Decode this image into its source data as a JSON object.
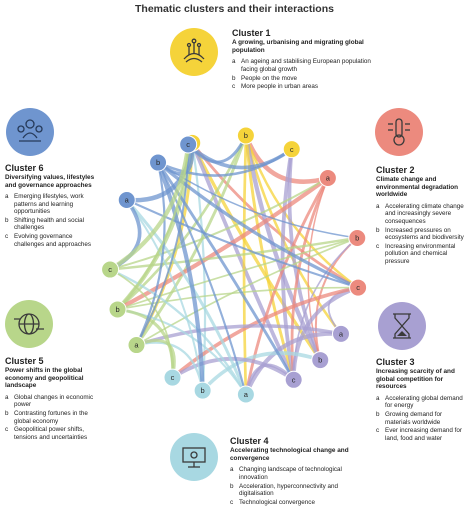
{
  "title": "Thematic clusters and their interactions",
  "clusters": [
    {
      "name": "Cluster 1",
      "subtitle": "A growing, urbanising and migrating global population",
      "color": "#f5d33a",
      "icon": "population-icon",
      "items": [
        {
          "letter": "a",
          "text": "An ageing and stabilising European population facing global growth"
        },
        {
          "letter": "b",
          "text": "People on the move"
        },
        {
          "letter": "c",
          "text": "More people in urban areas"
        }
      ]
    },
    {
      "name": "Cluster 2",
      "subtitle": "Climate change and environmental degradation worldwide",
      "color": "#ec8a7e",
      "icon": "climate-icon",
      "items": [
        {
          "letter": "a",
          "text": "Accelerating climate change and increasingly severe consequences"
        },
        {
          "letter": "b",
          "text": "Increased pressures on ecosystems and biodiversity"
        },
        {
          "letter": "c",
          "text": "Increasing environmental pollution and chemical pressure"
        }
      ]
    },
    {
      "name": "Cluster 3",
      "subtitle": "Increasing scarcity of and global competition for resources",
      "color": "#a8a0d2",
      "icon": "hourglass-icon",
      "items": [
        {
          "letter": "a",
          "text": "Accelerating global demand for energy"
        },
        {
          "letter": "b",
          "text": "Growing demand for materials worldwide"
        },
        {
          "letter": "c",
          "text": "Ever increasing demand for land, food and water"
        }
      ]
    },
    {
      "name": "Cluster 4",
      "subtitle": "Accelerating technological change and convergence",
      "color": "#a8d8e2",
      "icon": "technology-icon",
      "items": [
        {
          "letter": "a",
          "text": "Changing landscape of technological innovation"
        },
        {
          "letter": "b",
          "text": "Acceleration, hyperconnectivity and digitalisation"
        },
        {
          "letter": "c",
          "text": "Technological convergence"
        }
      ]
    },
    {
      "name": "Cluster 5",
      "subtitle": "Power shifts in the global economy and geopolitical landscape",
      "color": "#b8d68a",
      "icon": "globe-icon",
      "items": [
        {
          "letter": "a",
          "text": "Global changes in economic power"
        },
        {
          "letter": "b",
          "text": "Contrasting fortunes in the global economy"
        },
        {
          "letter": "c",
          "text": "Geopolitical power shifts, tensions and uncertainties"
        }
      ]
    },
    {
      "name": "Cluster 6",
      "subtitle": "Diversifying values, lifestyles and governance approaches",
      "color": "#6f95cf",
      "icon": "people-icon",
      "items": [
        {
          "letter": "a",
          "text": "Emerging lifestyles, work patterns and learning opportunities"
        },
        {
          "letter": "b",
          "text": "Shifting health and social challenges"
        },
        {
          "letter": "c",
          "text": "Evolving governance challenges and approaches"
        }
      ]
    }
  ],
  "ring_nodes": [
    {
      "cluster": 1,
      "letter": "a"
    },
    {
      "cluster": 1,
      "letter": "b"
    },
    {
      "cluster": 1,
      "letter": "c"
    },
    {
      "cluster": 2,
      "letter": "a"
    },
    {
      "cluster": 2,
      "letter": "b"
    },
    {
      "cluster": 2,
      "letter": "c"
    },
    {
      "cluster": 3,
      "letter": "a"
    },
    {
      "cluster": 3,
      "letter": "b"
    },
    {
      "cluster": 3,
      "letter": "c"
    },
    {
      "cluster": 4,
      "letter": "a"
    },
    {
      "cluster": 4,
      "letter": "b"
    },
    {
      "cluster": 4,
      "letter": "c"
    },
    {
      "cluster": 5,
      "letter": "a"
    },
    {
      "cluster": 5,
      "letter": "b"
    },
    {
      "cluster": 5,
      "letter": "c"
    },
    {
      "cluster": 6,
      "letter": "a"
    },
    {
      "cluster": 6,
      "letter": "b"
    },
    {
      "cluster": 6,
      "letter": "c"
    }
  ]
}
